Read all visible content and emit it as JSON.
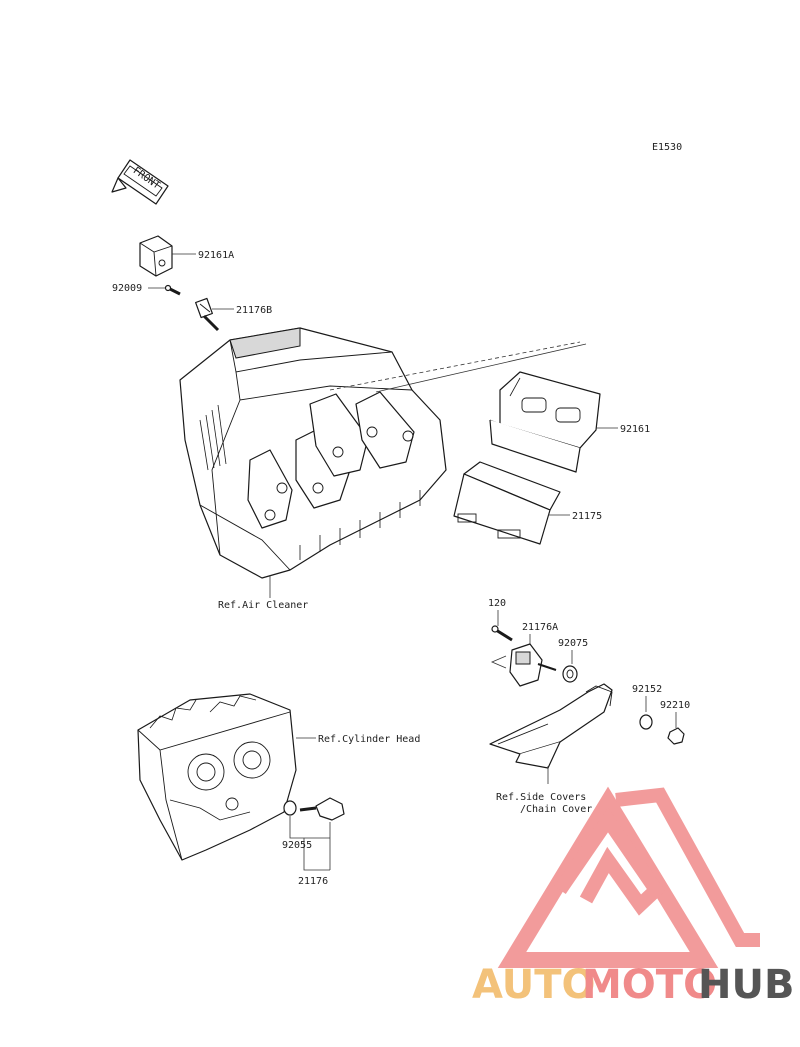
{
  "diagram_code": "E1530",
  "front_label": "FRONT",
  "parts": {
    "p92161A": "92161A",
    "p92009": "92009",
    "p21176B": "21176B",
    "p92161": "92161",
    "p21175": "21175",
    "p120": "120",
    "p21176A": "21176A",
    "p92075": "92075",
    "p92152": "92152",
    "p92210": "92210",
    "p92055": "92055",
    "p21176": "21176"
  },
  "refs": {
    "air_cleaner": "Ref.Air Cleaner",
    "cylinder_head": "Ref.Cylinder Head",
    "side_covers_line1": "Ref.Side Covers",
    "side_covers_line2": "/Chain Cover"
  },
  "watermark": {
    "word_auto": "AUTO",
    "word_moto": "MOTO",
    "word_hub": "HUB",
    "colors": {
      "auto": "#f3c27a",
      "moto": "#f08a8a",
      "hub": "#555555",
      "logo": "#f08a8a"
    }
  }
}
